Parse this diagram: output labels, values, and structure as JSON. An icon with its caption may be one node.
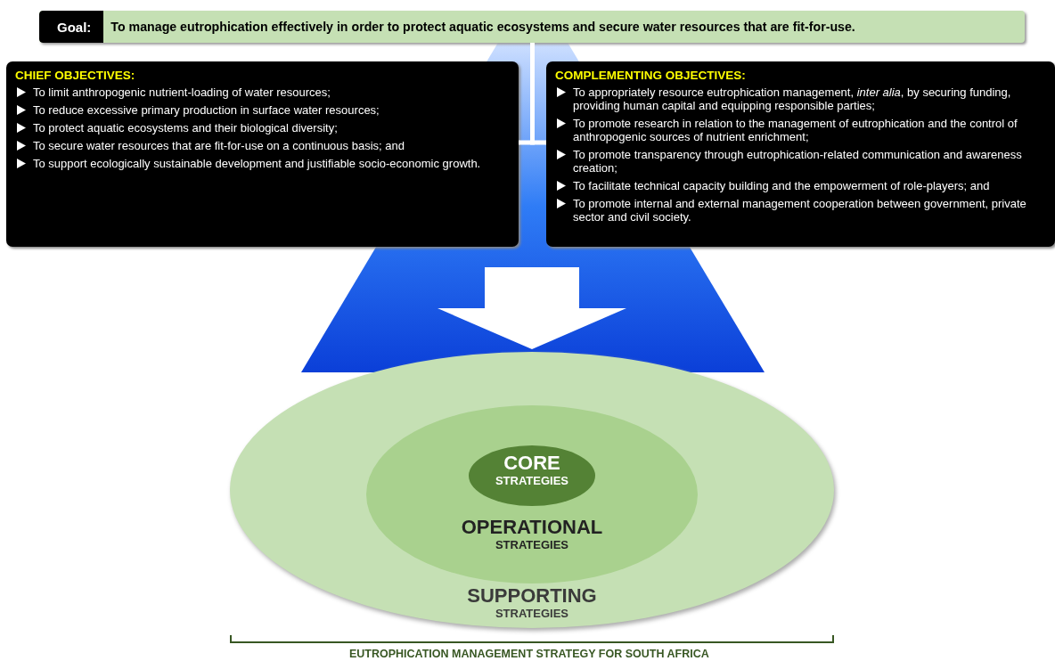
{
  "diagram": {
    "caption": "EUTROPHICATION MANAGEMENT STRATEGY FOR SOUTH AFRICA",
    "nodes": [
      {
        "text": [
          "Goal:",
          "To manage eutrophication effectively in order to protect aquatic ecosystems and secure water resources that are fit-for-use."
        ]
      },
      {
        "text": [
          "CHIEF OBJECTIVES:",
          "To limit anthropogenic nutrient-loading of water resources;",
          "To reduce excessive primary production in surface water resources;",
          "To protect aquatic ecosystems and their biological diversity;",
          "To secure water resources that are fit-for-use on a continuous basis; and",
          "To support ecologically sustainable development and justifiable socio-economic growth."
        ]
      },
      {
        "text": [
          "COMPLEMENTING OBJECTIVES:",
          "To appropriately resource eutrophication management, *inter alia*, by securing funding, providing human capital and equipping responsible parties;",
          "To promote research in relation to the management of eutrophication and the control of anthropogenic sources of nutrient enrichment;",
          "To promote transparency through eutrophication-related communication and awareness creation;",
          "To facilitate technical capacity building and the empowerment of role-players; and",
          "To promote internal and external management cooperation between government, private sector and civil society."
        ]
      },
      {
        "text": [
          "SUPPORTING",
          "STRATEGIES"
        ]
      },
      {
        "text": [
          "OPERATIONAL",
          "STRATEGIES"
        ],
        "in": 3
      },
      {
        "text": [
          "CORE",
          "STRATEGIES"
        ],
        "in": 4
      }
    ],
    "edges": [
      {
        "from": 0,
        "to": 1,
        "arrow": "none"
      },
      {
        "from": 0,
        "to": 2,
        "arrow": "none"
      },
      {
        "from": null,
        "to": 3,
        "arrow": "to",
        "style": "thick"
      }
    ]
  }
}
